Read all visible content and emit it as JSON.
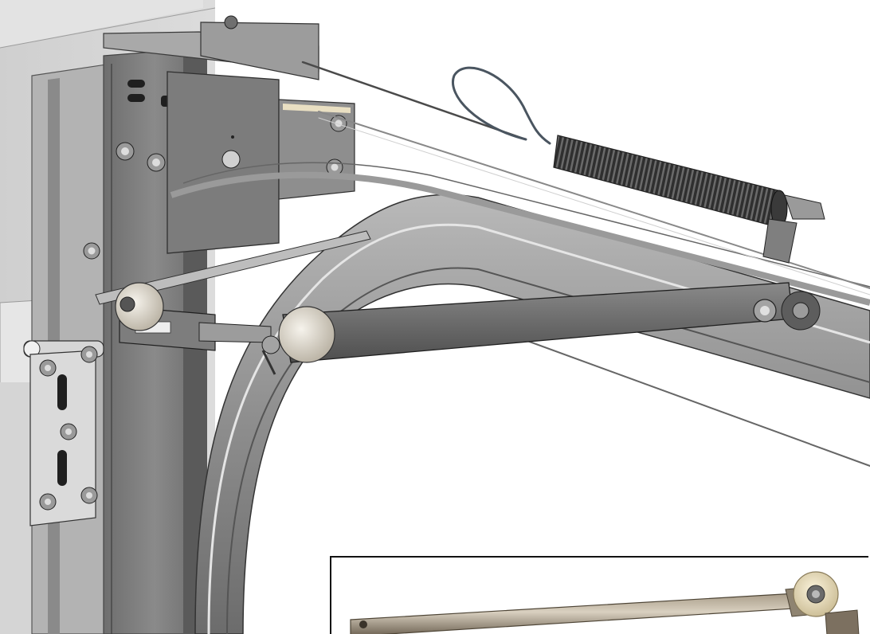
{
  "image": {
    "subject": "garage-door-track-bracket-assembly",
    "style": "cad-render",
    "inset_subject": "roller-arm-photo"
  },
  "arm_label": {
    "text": "",
    "legible": false
  },
  "colors": {
    "wall_light": "#d9d9d9",
    "wall_mid": "#c8c8c8",
    "steel_dark": "#5b5b5b",
    "steel_mid": "#7a7a7a",
    "steel_light": "#a8a8a8",
    "roller_white": "#e9e4da",
    "spring_dark": "#3a3a3a",
    "cable": "#555555",
    "inset_metal": "#8a7f6e",
    "inset_roller": "#efe4c8"
  }
}
